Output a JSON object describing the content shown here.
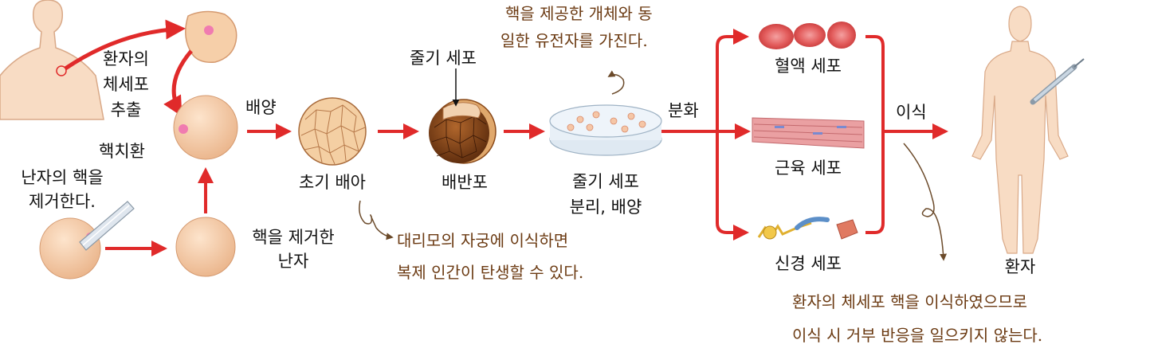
{
  "labels": {
    "extract": [
      "환자의",
      "체세포",
      "추출"
    ],
    "nuclear_transfer": "핵치환",
    "remove_nucleus": [
      "난자의 핵을",
      "제거한다."
    ],
    "enucleated_egg": [
      "핵을 제거한",
      "난자"
    ],
    "culture": "배양",
    "early_embryo": "초기 배아",
    "blastocyst": "배반포",
    "stem_cell_sep": [
      "줄기 세포",
      "분리, 배양"
    ],
    "stem_cell_arrow": "줄기 세포",
    "differentiation": "분화",
    "blood_cell": "혈액 세포",
    "muscle_cell": "근육 세포",
    "nerve_cell": "신경 세포",
    "transplant": "이식",
    "patient": "환자"
  },
  "notes": {
    "top": [
      "핵을 제공한 개체와 동",
      "일한 유전자를 가진다."
    ],
    "middle": [
      "대리모의 자궁에 이식하면",
      "복제 인간이 탄생할 수 있다."
    ],
    "bottom": [
      "환자의 체세포 핵을 이식하였으므로",
      "이식 시 거부 반응을 일으키지 않는다."
    ]
  },
  "colors": {
    "arrow_red": "#e02a2a",
    "cell_fill": "#f6cfa9",
    "skin": "#f8dcc4",
    "note_brown": "#6b3a12"
  }
}
